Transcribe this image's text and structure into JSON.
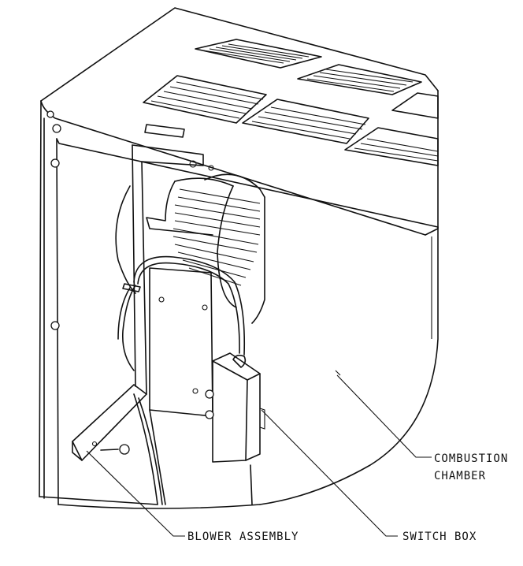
{
  "labels": {
    "combustion_chamber_line1": "COMBUSTION",
    "combustion_chamber_line2": "CHAMBER",
    "blower_assembly": "BLOWER ASSEMBLY",
    "switch_box": "SWITCH BOX"
  }
}
